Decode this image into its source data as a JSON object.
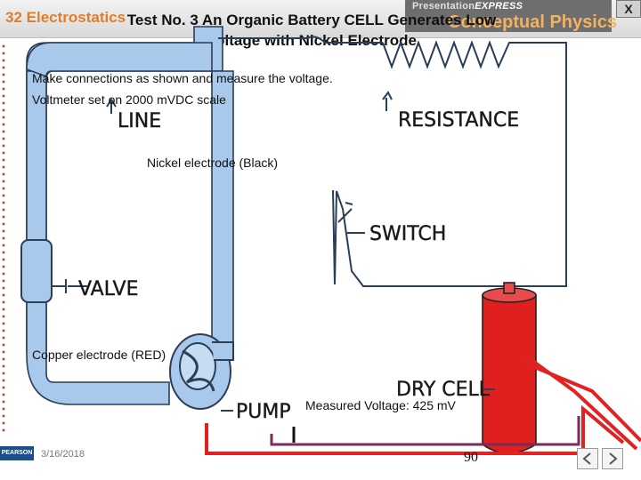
{
  "header": {
    "chapter": "32 Electrostatics",
    "title_line1": "Test No. 3 An Organic Battery CELL Generates Low",
    "title_line2": "Voltage with Nickel Electrode",
    "brand_top_prefix": "Presentation",
    "brand_top_suffix": "EXPRESS",
    "brand_main": "Conceptual Physics",
    "close_label": "X"
  },
  "diagram": {
    "labels": {
      "line": "LINE",
      "resistance": "RESISTANCE",
      "switch": "SWITCH",
      "valve": "VALVE",
      "dry_cell": "DRY CELL",
      "pump": "PUMP"
    }
  },
  "annotations": {
    "instruction_line1": "Make connections as shown and measure the voltage.",
    "instruction_line2": "Voltmeter set on 2000 mVDC scale",
    "nickel": "Nickel electrode (Black)",
    "copper": "Copper electrode (RED)",
    "measured": "Measured Voltage: 425 mV"
  },
  "footer": {
    "publisher": "PEARSON",
    "date": "3/16/2018",
    "page": "90"
  },
  "colors": {
    "pipe_fill": "#a9c9ec",
    "pipe_stroke": "#2b3d57",
    "red_wire": "#e02222",
    "cell_red": "#e01f1f",
    "chapter_orange": "#e07d2a"
  }
}
